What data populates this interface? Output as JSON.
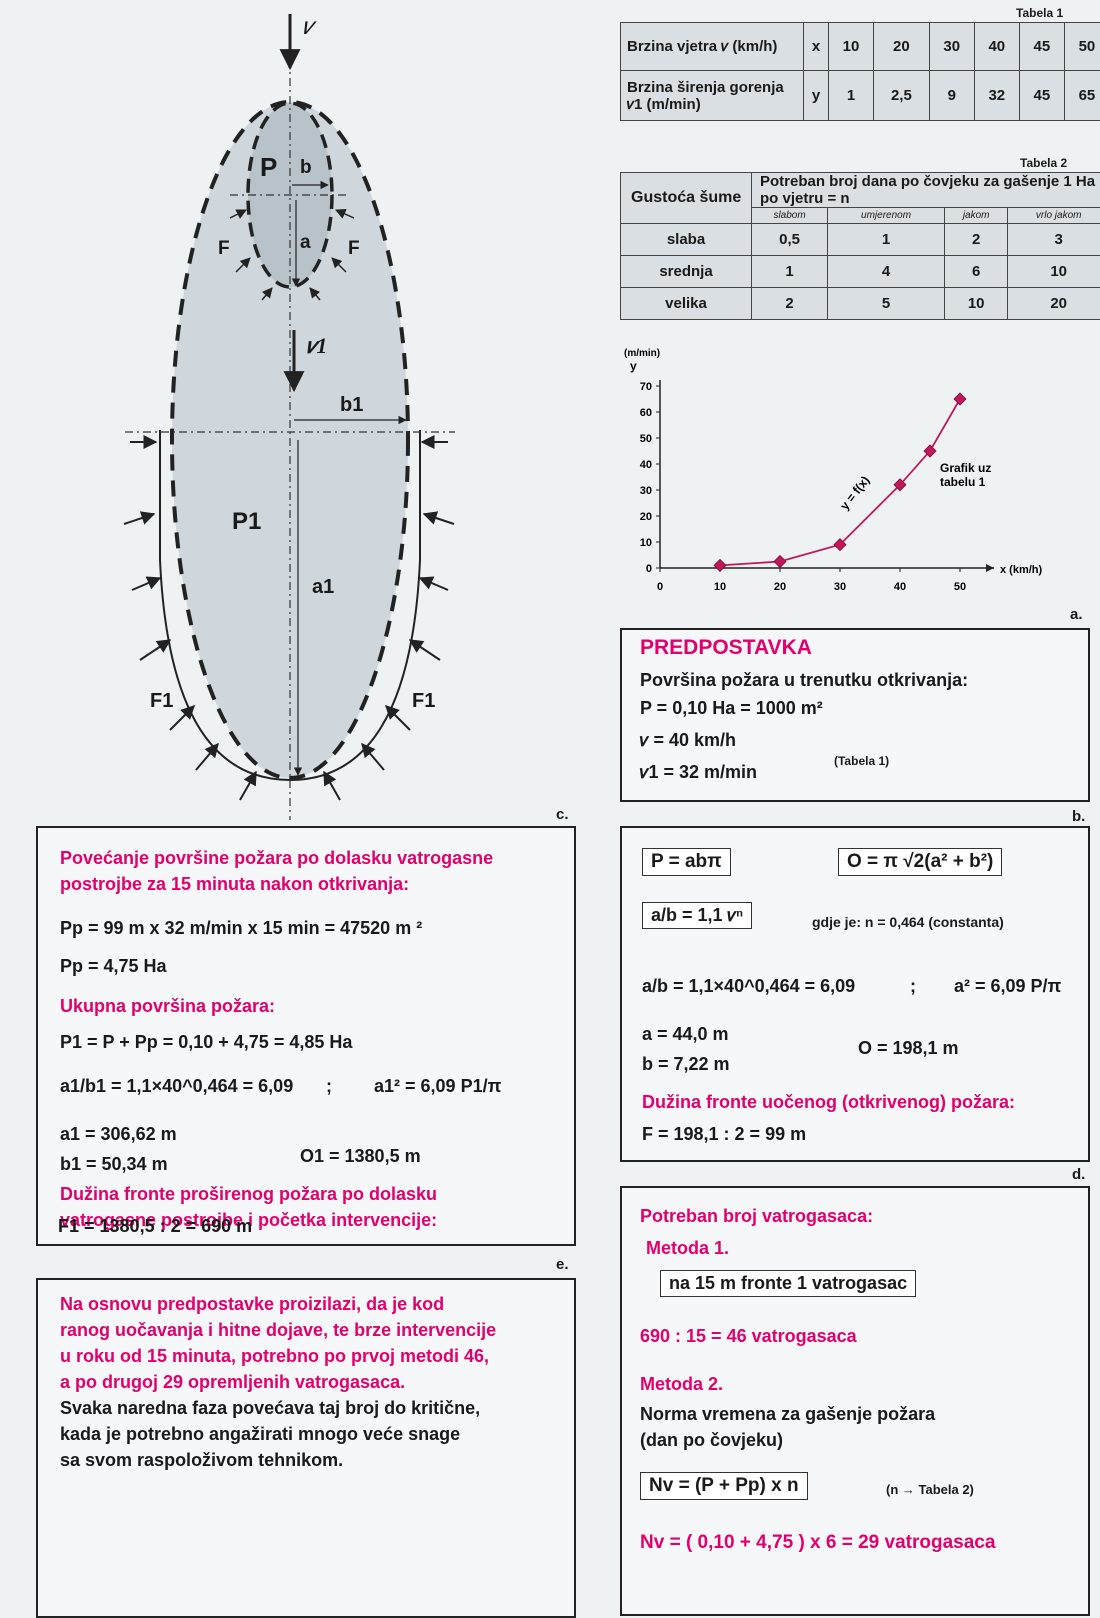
{
  "diagram": {
    "v": "𝑣",
    "P": "P",
    "b": "b",
    "a": "a",
    "F": "F",
    "v1": "𝑣1",
    "b1": "b1",
    "P1": "P1",
    "a1": "a1",
    "F1": "F1",
    "letter": "c."
  },
  "table1": {
    "caption": "Tabela 1",
    "row1_label": "Brzina vjetra 𝑣 (km/h)",
    "row1_var": "x",
    "row1_vals": [
      "10",
      "20",
      "30",
      "40",
      "45",
      "50"
    ],
    "row2_label": "Brzina širenja gorenja 𝑣1 (m/min)",
    "row2_var": "y",
    "row2_vals": [
      "1",
      "2,5",
      "9",
      "32",
      "45",
      "65"
    ]
  },
  "table2": {
    "caption": "Tabela 2",
    "col0": "Gustoća šume",
    "header": "Potreban broj dana po čovjeku za gašenje 1 Ha po vjetru = n",
    "sub": [
      "slabom",
      "umjerenom",
      "jakom",
      "vrlo jakom"
    ],
    "rows": [
      {
        "label": "slaba",
        "vals": [
          "0,5",
          "1",
          "2",
          "3"
        ]
      },
      {
        "label": "srednja",
        "vals": [
          "1",
          "4",
          "6",
          "10"
        ]
      },
      {
        "label": "velika",
        "vals": [
          "2",
          "5",
          "10",
          "20"
        ]
      }
    ]
  },
  "chart_data": {
    "type": "line",
    "x": [
      10,
      20,
      30,
      40,
      45,
      50
    ],
    "y": [
      1,
      2.5,
      9,
      32,
      45,
      65
    ],
    "ylabel": "(m/min)",
    "yvar": "y",
    "xlabel": "x (km/h)",
    "ylim": [
      0,
      70
    ],
    "xlim": [
      0,
      50
    ],
    "yticks": [
      "0",
      "10",
      "20",
      "30",
      "40",
      "50",
      "60",
      "70"
    ],
    "xticks": [
      "0",
      "10",
      "20",
      "30",
      "40",
      "50"
    ],
    "curve_label": "y = f(x)",
    "note": "Grafik uz tabelu 1",
    "letter": "a."
  },
  "box_b": {
    "title": "PREDPOSTAVKA",
    "line1": "Površina požara u trenutku otkrivanja:",
    "line2": "P = 0,10 Ha = 1000 m²",
    "line3": "𝑣 = 40 km/h",
    "line3note": "(Tabela 1)",
    "line4": "𝑣1 = 32 m/min",
    "letter": "b."
  },
  "box_d": {
    "f1": "P = abπ",
    "f2": "O = π √2(a² + b²)",
    "f3": "a/b = 1,1 𝑣ⁿ",
    "f3note": "gdje je:  n = 0,464 (constanta)",
    "f4": "a/b = 1,1×40^0,464 = 6,09",
    "f4b": ";",
    "f4c": "a² = 6,09 P/π",
    "a": "a = 44,0 m",
    "b": "b = 7,22 m",
    "O": "O = 198,1 m",
    "pinkline": "Dužina fronte uočenog (otkrivenog) požara:",
    "F": "F = 198,1 : 2 = 99 m",
    "letter": "d."
  },
  "box_c": {
    "title1": "Povećanje površine požara po dolasku vatrogasne",
    "title2": "postrojbe za 15 minuta nakon otkrivanja:",
    "pp1": "Pp = 99 m x 32 m/min x 15 min = 47520 m ²",
    "pp2": "Pp = 4,75 Ha",
    "subtitle": "Ukupna površina požara:",
    "p1": "P1 = P + Pp = 0,10 + 4,75 = 4,85 Ha",
    "ratio": "a1/b1 = 1,1×40^0,464 = 6,09",
    "semi": ";",
    "asq": "a1² = 6,09 P1/π",
    "a1": "a1 = 306,62 m",
    "b1": "b1 = 50,34 m",
    "o1": "O1 = 1380,5 m",
    "front1": "Dužina fronte proširenog požara po dolasku",
    "front2": "vatrogasne postrojbe i početka intervencije:",
    "F1": "F1 = 1380,5 : 2 = 690 m"
  },
  "box_e": {
    "letter": "e.",
    "p1": "Na osnovu predpostavke proizilazi, da je kod",
    "p2": "ranog uočavanja i hitne dojave, te brze intervencije",
    "p3": "u roku od 15 minuta, potrebno po prvoj metodi 46,",
    "p4": "a po drugoj 29 opremljenih vatrogasaca.",
    "p5": "Svaka naredna faza povećava taj broj do kritične,",
    "p6": "kada je potrebno angažirati mnogo veće snage",
    "p7": "sa svom raspoloživom tehnikom."
  },
  "box_f": {
    "title": "Potreban broj vatrogasaca:",
    "m1": "Metoda 1.",
    "m1box": "na 15 m fronte 1 vatrogasac",
    "m1res": "690 : 15 = 46  vatrogasaca",
    "m2": "Metoda 2.",
    "m2t1": "Norma vremena za gašenje požara",
    "m2t2": "(dan po čovjeku)",
    "m2box": "Nv = (P + Pp) x n",
    "m2note": "(n → Tabela 2)",
    "m2res": "Nv = ( 0,10 + 4,75 ) x 6 = 29  vatrogasaca"
  }
}
